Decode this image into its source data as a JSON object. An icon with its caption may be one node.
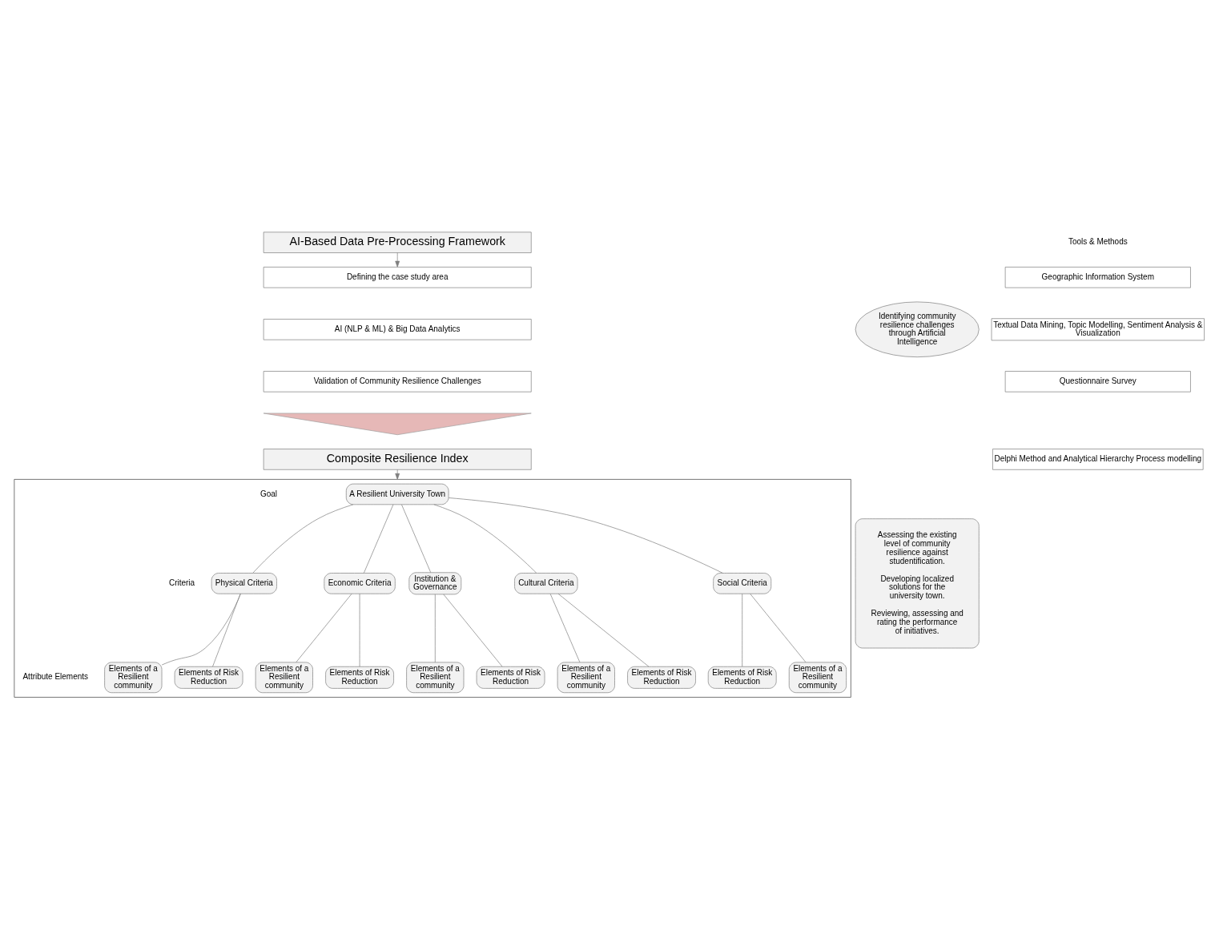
{
  "diagram": {
    "nodes": [
      {
        "text": [
          "AI-Based Data Pre-Processing Framework"
        ]
      },
      {
        "text": [
          "Defining the case study area"
        ]
      },
      {
        "text": [
          "AI (NLP & ML) & Big Data Analytics"
        ]
      },
      {
        "text": [
          "Validation of Community Resilience Challenges"
        ]
      },
      {
        "text": [],
        "shape": "triangle"
      },
      {
        "text": [
          "Composite Resilience Index"
        ]
      },
      {
        "text": [
          "Identifying community resilience challenges through Artificial Intelligence"
        ]
      },
      {
        "text": [
          "Geographic Information System"
        ]
      },
      {
        "text": [
          "Textual Data Mining, Topic Modelling, Sentiment Analysis & Visualization"
        ]
      },
      {
        "text": [
          "Questionnaire Survey"
        ]
      },
      {
        "text": [
          "Delphi Method and Analytical Hierarchy Process modelling"
        ]
      },
      {
        "text": [
          "Assessing the existing level of community resilience against studentification.",
          "Developing localized solutions for the university town.",
          "Reviewing, assessing and rating the performance of initiatives."
        ]
      },
      {
        "text": [],
        "shape": "box"
      },
      {
        "text": [
          "A Resilient University Town"
        ],
        "in": 12
      },
      {
        "text": [
          "Cultural Criteria"
        ],
        "in": 12
      },
      {
        "text": [
          "Social Criteria"
        ],
        "in": 12
      },
      {
        "text": [
          "Physical Criteria"
        ],
        "in": 12
      },
      {
        "text": [
          "Economic Criteria"
        ],
        "in": 12
      },
      {
        "text": [
          "Institution & Governance"
        ],
        "in": 12
      },
      {
        "text": [
          "Elements of a Resilient community"
        ],
        "in": 12
      },
      {
        "text": [
          "Elements of Risk Reduction"
        ],
        "in": 12
      },
      {
        "text": [
          "Elements of a Resilient community"
        ],
        "in": 12
      },
      {
        "text": [
          "Elements of Risk Reduction"
        ],
        "in": 12
      },
      {
        "text": [
          "Elements of a Resilient community"
        ],
        "in": 12
      },
      {
        "text": [
          "Elements of Risk Reduction"
        ],
        "in": 12
      },
      {
        "text": [
          "Elements of a Resilient community"
        ],
        "in": 12
      },
      {
        "text": [
          "Elements of Risk Reduction"
        ],
        "in": 12
      },
      {
        "text": [
          "Elements of a Resilient community"
        ],
        "in": 12
      },
      {
        "text": [
          "Elements of Risk Reduction"
        ],
        "in": 12
      }
    ],
    "edges": [
      {
        "from": 0,
        "to": 1,
        "arrow": "to"
      },
      {
        "from": 5,
        "to": 12,
        "arrow": "to"
      },
      {
        "from": 13,
        "to": 14,
        "arrow": "none"
      },
      {
        "from": 13,
        "to": 15,
        "arrow": "none"
      },
      {
        "from": 13,
        "to": 16,
        "arrow": "none"
      },
      {
        "from": 13,
        "to": 17,
        "arrow": "none"
      },
      {
        "from": 13,
        "to": 18,
        "arrow": "none"
      },
      {
        "from": 14,
        "to": 19,
        "arrow": "none"
      },
      {
        "from": 14,
        "to": 20,
        "arrow": "none"
      },
      {
        "from": 15,
        "to": 21,
        "arrow": "none"
      },
      {
        "from": 15,
        "to": 22,
        "arrow": "none"
      },
      {
        "from": 16,
        "to": 23,
        "arrow": "none"
      },
      {
        "from": 16,
        "to": 24,
        "arrow": "none"
      },
      {
        "from": 17,
        "to": 25,
        "arrow": "none"
      },
      {
        "from": 17,
        "to": 26,
        "arrow": "none"
      },
      {
        "from": 18,
        "to": 27,
        "arrow": "none"
      },
      {
        "from": 18,
        "to": 28,
        "arrow": "none"
      }
    ],
    "labels": [
      "Tools & Methods",
      "Goal",
      "Criteria",
      "Attribute Elements"
    ]
  }
}
